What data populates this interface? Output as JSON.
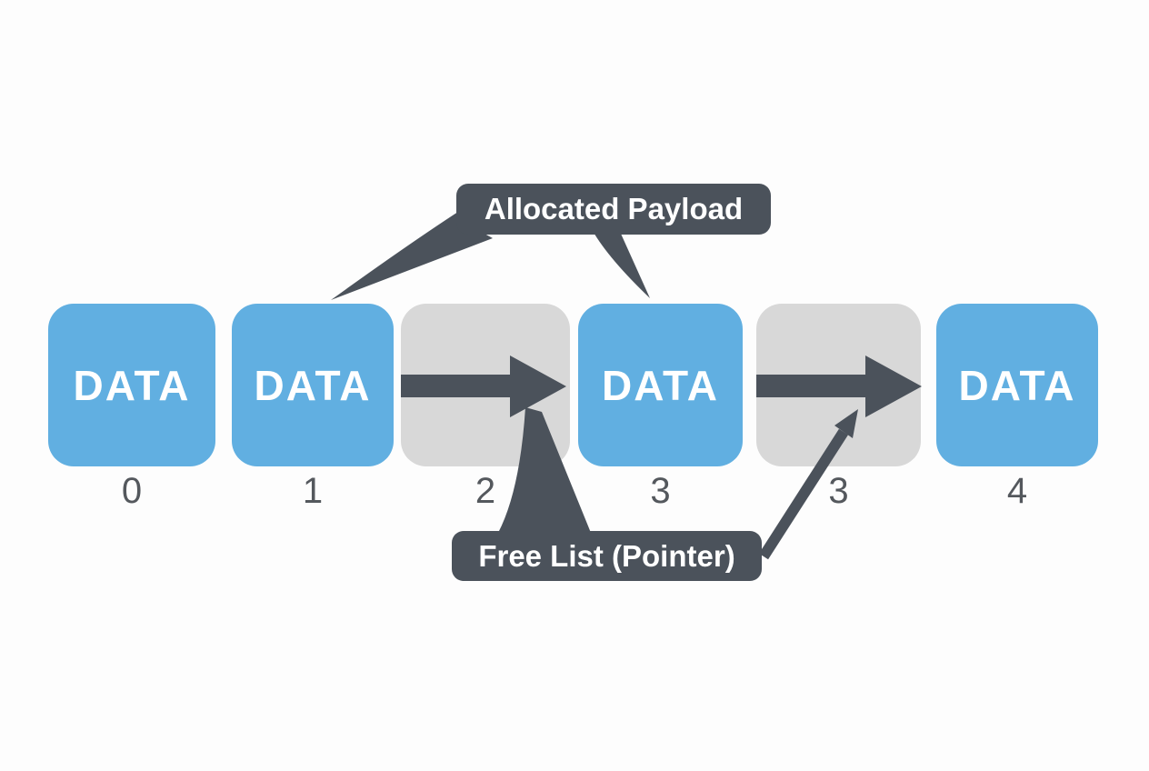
{
  "diagram": {
    "callouts": {
      "allocated_payload": "Allocated Payload",
      "free_list": "Free List (Pointer)"
    },
    "blocks": [
      {
        "label": "DATA",
        "index": "0",
        "type": "allocated"
      },
      {
        "label": "DATA",
        "index": "1",
        "type": "allocated"
      },
      {
        "label": "",
        "index": "2",
        "type": "free"
      },
      {
        "label": "DATA",
        "index": "3",
        "type": "allocated"
      },
      {
        "label": "",
        "index": "3",
        "type": "free"
      },
      {
        "label": "DATA",
        "index": "4",
        "type": "allocated"
      }
    ],
    "colors": {
      "allocated_block": "#61afe1",
      "free_block": "#d8d8d8",
      "dark_accent": "#4b525b",
      "block_text": "#ffffff",
      "index_text": "#54585d",
      "background": "#fdfdfd"
    }
  }
}
